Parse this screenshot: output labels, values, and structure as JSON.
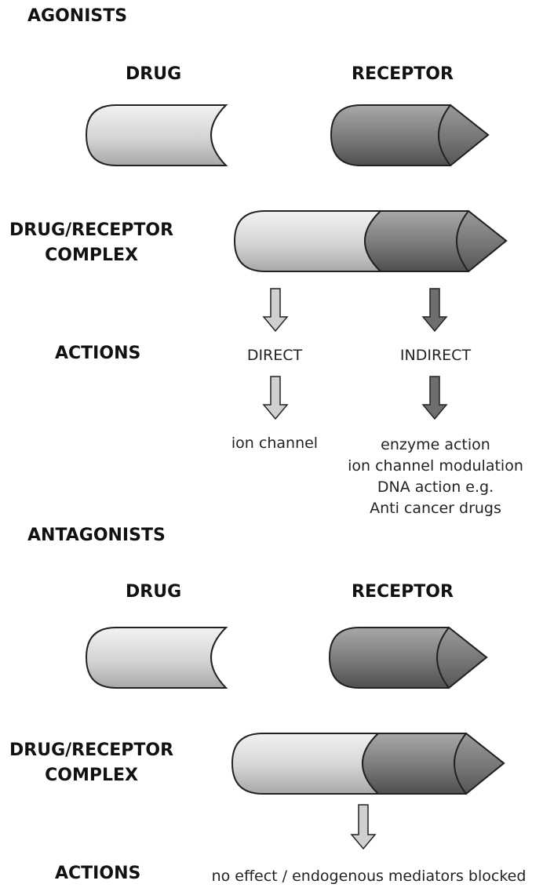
{
  "agonists": {
    "title": "AGONISTS",
    "drug_label": "DRUG",
    "receptor_label": "RECEPTOR",
    "complex_label_line1": "DRUG/RECEPTOR",
    "complex_label_line2": "COMPLEX",
    "actions_label": "ACTIONS",
    "direct_label": "DIRECT",
    "indirect_label": "INDIRECT",
    "direct_result": "ion channel",
    "indirect_results": [
      "enzyme action",
      "ion channel modulation",
      "DNA action e.g.",
      "Anti cancer drugs"
    ]
  },
  "antagonists": {
    "title": "ANTAGONISTS",
    "drug_label": "DRUG",
    "receptor_label": "RECEPTOR",
    "complex_label_line1": "DRUG/RECEPTOR",
    "complex_label_line2": "COMPLEX",
    "actions_label": "ACTIONS",
    "result": "no effect / endogenous mediators blocked"
  },
  "colors": {
    "drug_fill": "#d6d6d6",
    "receptor_fill": "#7a7a7a",
    "outline": "#222222",
    "arrow_light": "#cfcfcf",
    "arrow_dark": "#6e6e6e"
  }
}
